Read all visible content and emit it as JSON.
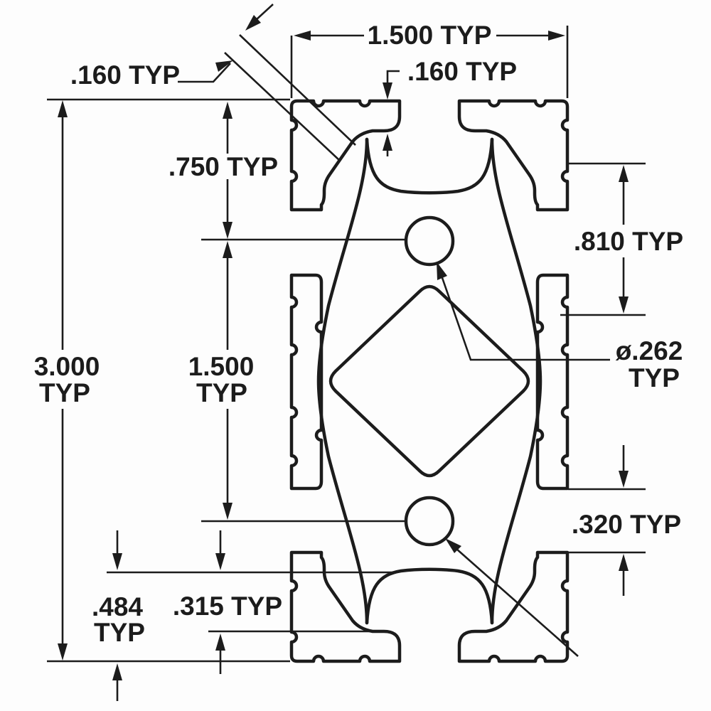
{
  "drawing": {
    "background": "#fdfdfd",
    "line_color": "#1c1c1c",
    "dimensions": {
      "overall_width": "1.500 TYP",
      "wall_thickness": ".160 TYP",
      "lip_thickness": ".160 TYP",
      "first_slot_offset": ".750 TYP",
      "side_slot_span": ".810 TYP",
      "overall_height_value": "3.000",
      "overall_height_suffix": "TYP",
      "slot_pitch_value": "1.500",
      "slot_pitch_suffix": "TYP",
      "hole_diameter_value": "ø.262",
      "hole_diameter_suffix": "TYP",
      "slot_opening": ".320 TYP",
      "bottom_inset": ".315 TYP",
      "corner_inset_value": ".484",
      "corner_inset_suffix": "TYP"
    }
  }
}
